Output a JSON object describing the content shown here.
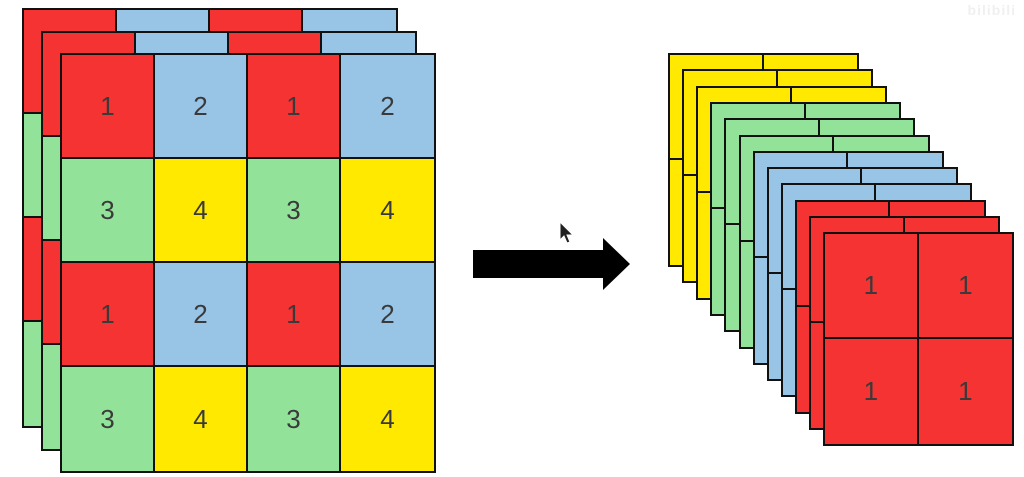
{
  "watermark": {
    "text": "bilibili"
  },
  "colors": {
    "red": "#F53333",
    "blue": "#98C4E6",
    "green": "#92E29A",
    "yellow": "#FFE900",
    "border": "#111111",
    "digit": "#3a3a3a",
    "arrow": "#000000"
  },
  "input_tensor": {
    "layers": 3,
    "grid": [
      [
        {
          "v": "1",
          "c": "red"
        },
        {
          "v": "2",
          "c": "blue"
        },
        {
          "v": "1",
          "c": "red"
        },
        {
          "v": "2",
          "c": "blue"
        }
      ],
      [
        {
          "v": "3",
          "c": "green"
        },
        {
          "v": "4",
          "c": "yellow"
        },
        {
          "v": "3",
          "c": "green"
        },
        {
          "v": "4",
          "c": "yellow"
        }
      ],
      [
        {
          "v": "1",
          "c": "red"
        },
        {
          "v": "2",
          "c": "blue"
        },
        {
          "v": "1",
          "c": "red"
        },
        {
          "v": "2",
          "c": "blue"
        }
      ],
      [
        {
          "v": "3",
          "c": "green"
        },
        {
          "v": "4",
          "c": "yellow"
        },
        {
          "v": "3",
          "c": "green"
        },
        {
          "v": "4",
          "c": "yellow"
        }
      ]
    ]
  },
  "output_tensor": {
    "layer_colors": [
      "yellow",
      "yellow",
      "yellow",
      "green",
      "green",
      "green",
      "blue",
      "blue",
      "blue",
      "red",
      "red",
      "red"
    ],
    "front_grid": [
      [
        "1",
        "1"
      ],
      [
        "1",
        "1"
      ]
    ]
  },
  "arrow": {
    "direction": "right"
  }
}
